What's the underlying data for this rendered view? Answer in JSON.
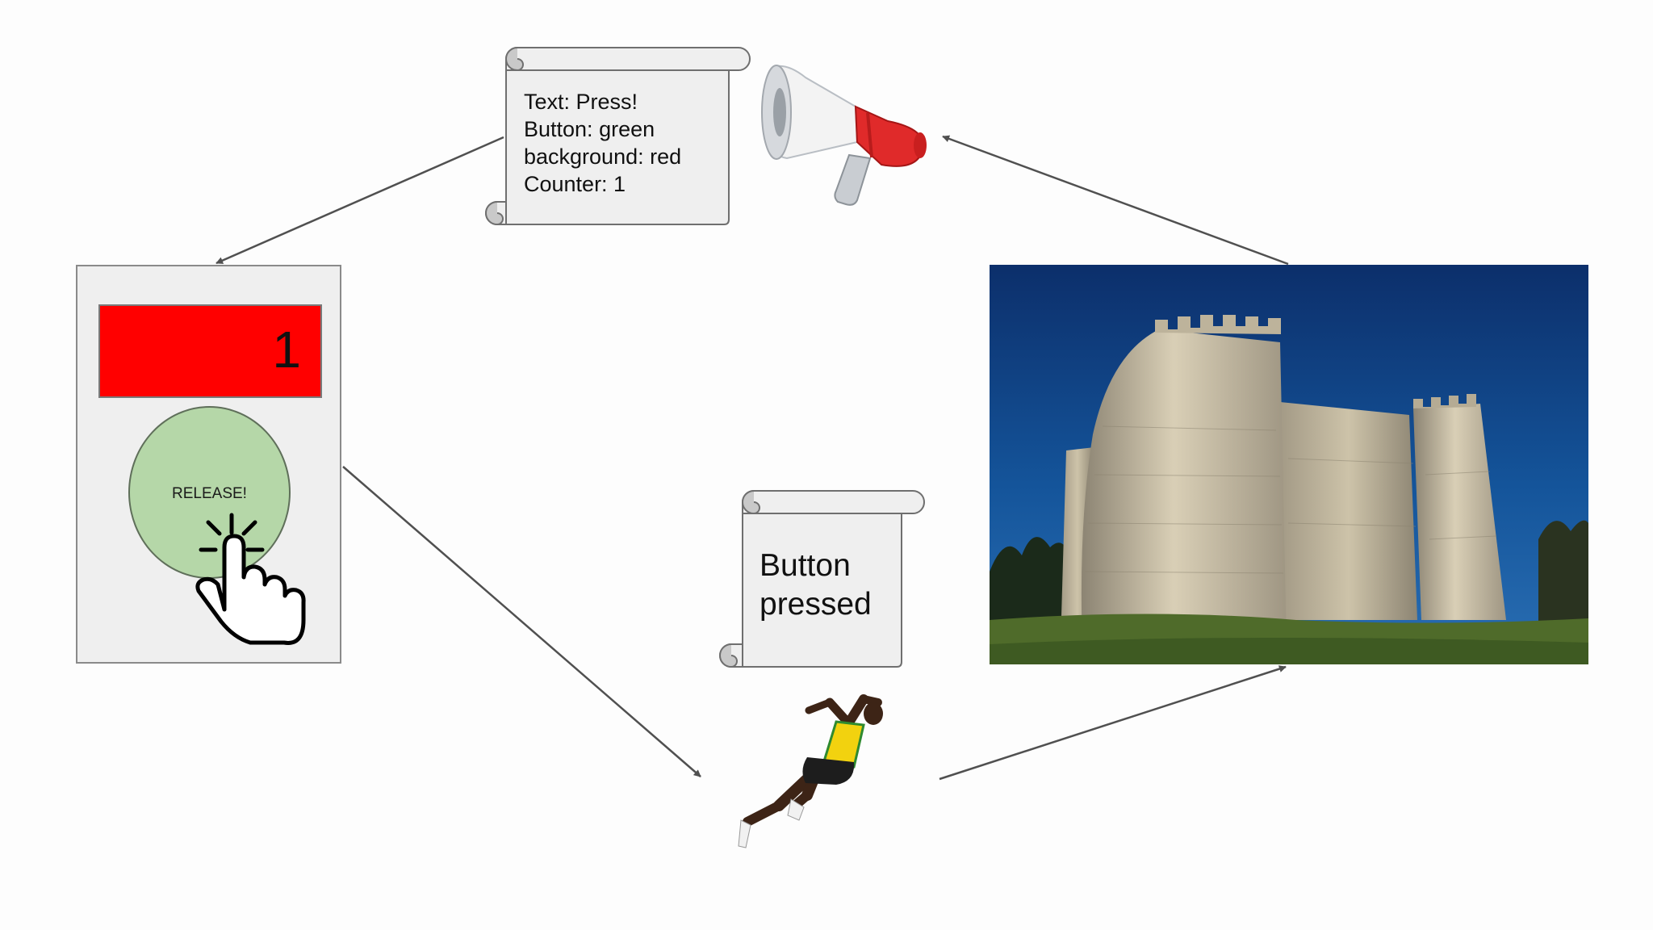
{
  "state_note": {
    "lines": [
      "Text: Press!",
      "Button: green",
      "background: red",
      "Counter: 1"
    ]
  },
  "event_note": {
    "lines": [
      "Button",
      "pressed"
    ]
  },
  "phone": {
    "counter": "1",
    "button_label": "RELEASE!",
    "background_color": "#ff0000",
    "button_color": "#b5d7a8"
  },
  "icons": {
    "broadcaster": "megaphone-icon",
    "runner": "sprinter-figure",
    "store": "castle-photo",
    "touch": "tap-hand-icon"
  }
}
